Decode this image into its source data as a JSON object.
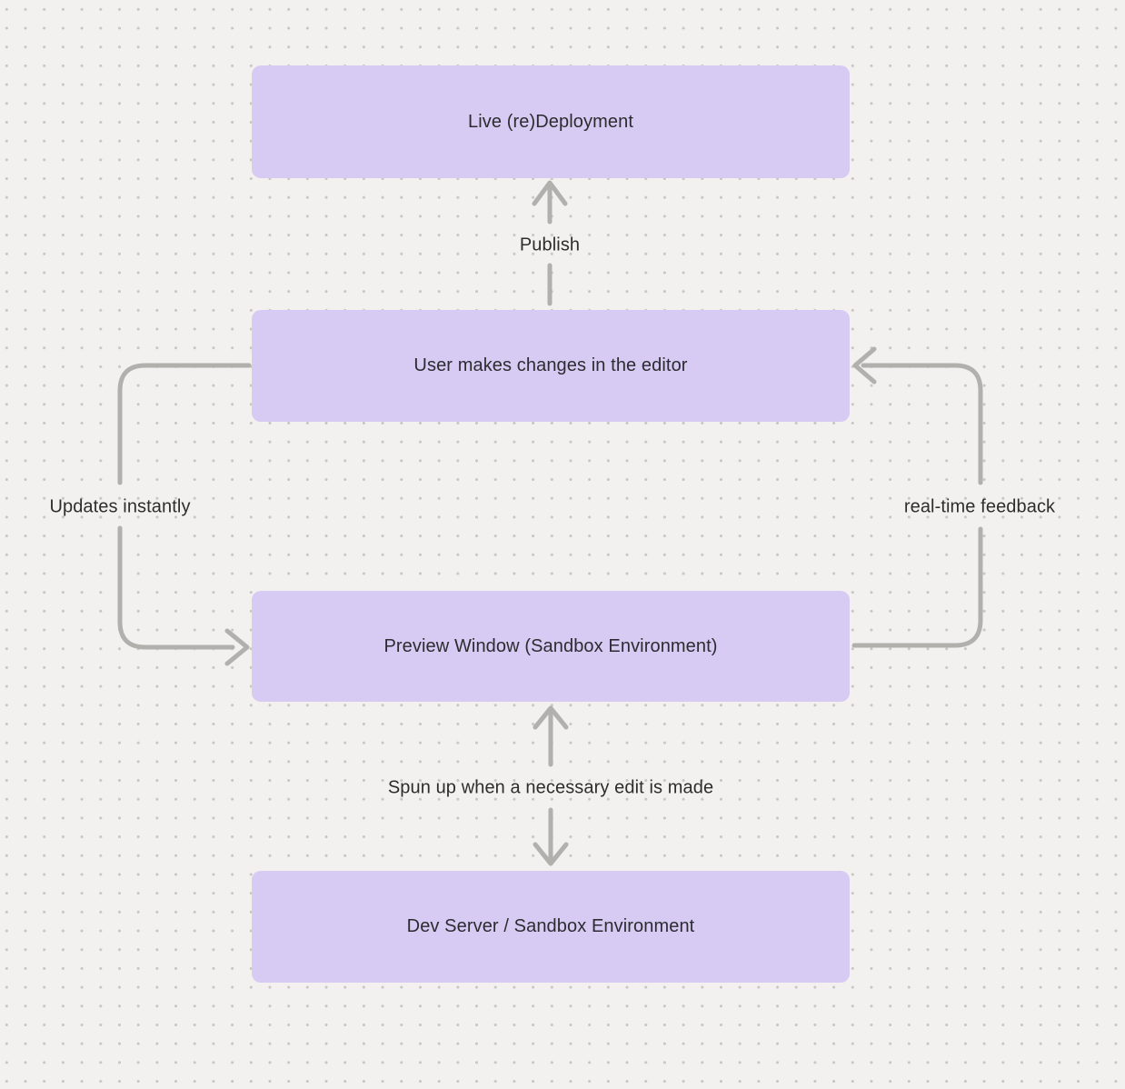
{
  "colors": {
    "background": "#f2f1ef",
    "dot": "#c7c6c3",
    "node_fill": "#d7caf3",
    "node_text": "#2c2c30",
    "arrow": "#b2b0ad",
    "label_text": "#2d2d2d"
  },
  "diagram": {
    "nodes": [
      {
        "id": "live-deployment",
        "label": "Live (re)Deployment"
      },
      {
        "id": "editor-changes",
        "label": "User makes changes in the editor"
      },
      {
        "id": "preview-window",
        "label": "Preview Window (Sandbox Environment)"
      },
      {
        "id": "dev-server",
        "label": "Dev Server / Sandbox Environment"
      }
    ],
    "edges": [
      {
        "from": "editor-changes",
        "to": "live-deployment",
        "label": "Publish",
        "bidirectional": false
      },
      {
        "from": "editor-changes",
        "to": "preview-window",
        "label": "Updates instantly",
        "bidirectional": false
      },
      {
        "from": "preview-window",
        "to": "editor-changes",
        "label": "real-time feedback",
        "bidirectional": false
      },
      {
        "from": "preview-window",
        "to": "dev-server",
        "label": "Spun up when a necessary edit is made",
        "bidirectional": true
      }
    ]
  }
}
